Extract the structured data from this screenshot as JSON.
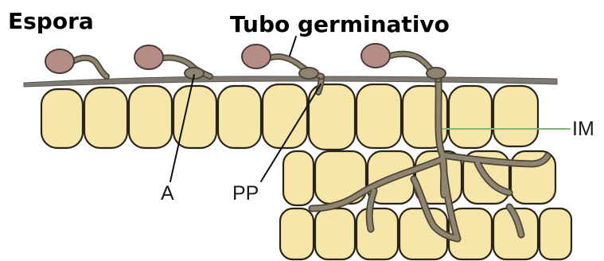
{
  "labels": {
    "spore": "Espora",
    "germ_tube": "Tubo germinativo",
    "appressorium": "A",
    "penetration_peg": "PP",
    "mycelium": "IM"
  },
  "colors": {
    "cell_fill": "#f7e6a9",
    "cell_stroke": "#2b2416",
    "spore_fill": "#b48e86",
    "hypha_fill": "#8f8470",
    "cuticle": "#7e7a73",
    "im_line": "#7fb870"
  }
}
